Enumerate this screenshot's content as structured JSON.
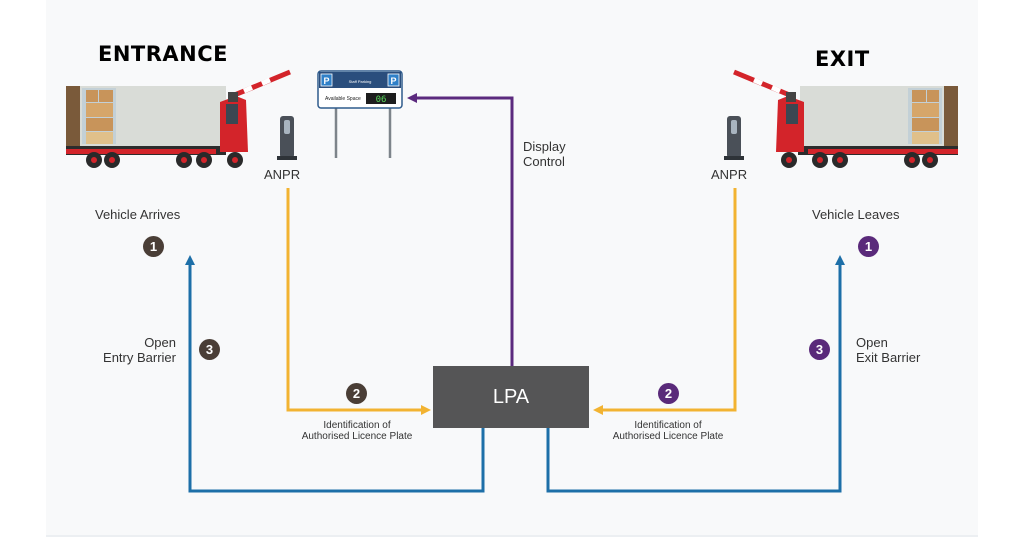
{
  "titles": {
    "entrance": "ENTRANCE",
    "exit": "EXIT"
  },
  "labels": {
    "anpr_left": "ANPR",
    "anpr_right": "ANPR",
    "vehicle_arrives": "Vehicle Arrives",
    "vehicle_leaves": "Vehicle Leaves",
    "display_control": [
      "Display",
      "Control"
    ],
    "open_entry": [
      "Open",
      "Entry Barrier"
    ],
    "open_exit": [
      "Open",
      "Exit Barrier"
    ],
    "ident_left": [
      "Identification of",
      "Authorised Licence Plate"
    ],
    "ident_right": [
      "Identification of",
      "Authorised Licence Plate"
    ],
    "lpa": "LPA"
  },
  "badges": {
    "entry_1": "1",
    "entry_2": "2",
    "entry_3": "3",
    "exit_1": "1",
    "exit_2": "2",
    "exit_3": "3"
  },
  "sign": {
    "header": "Staff Parking",
    "available_label": "Available Space",
    "count": "06",
    "p_symbol": "P"
  },
  "colors": {
    "yellow_arrow": "#f2b331",
    "blue_arrow": "#1d6fa8",
    "purple_arrow": "#5b2a7e",
    "lpa_box": "#555556",
    "badge_brown": "#4a3e36",
    "badge_purple": "#5a2a7a",
    "truck_red": "#d3242a"
  }
}
